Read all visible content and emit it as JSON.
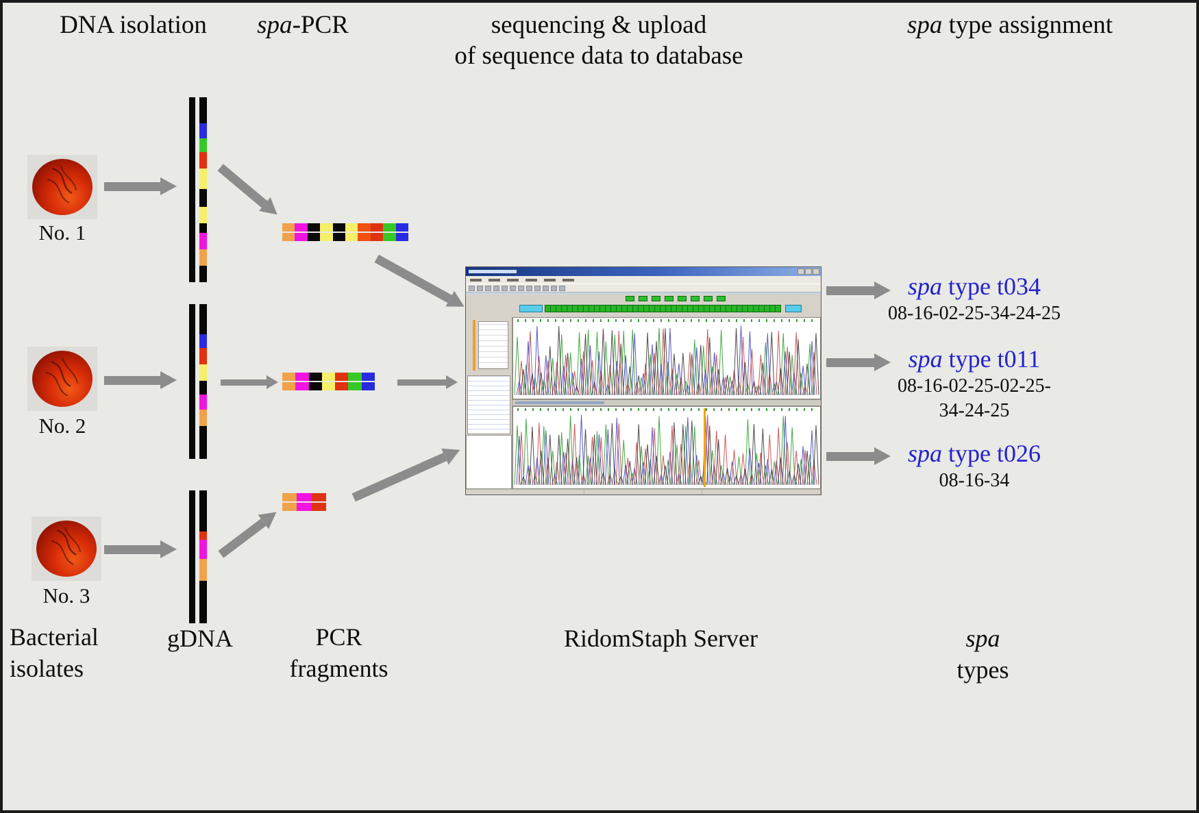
{
  "header": {
    "dna_isolation": "DNA isolation",
    "spa_pcr": {
      "italic": "spa",
      "rest": "-PCR"
    },
    "sequencing": {
      "line1": "sequencing & upload",
      "line2": "of sequence data to database"
    },
    "assignment": {
      "italic": "spa",
      "rest": " type assignment"
    }
  },
  "isolates": [
    {
      "label": "No. 1"
    },
    {
      "label": "No. 2"
    },
    {
      "label": "No. 3"
    }
  ],
  "gdna_bars": [
    {
      "segments": [
        [
          "#070707",
          38
        ],
        [
          "#2a2ae0",
          22
        ],
        [
          "#36c926",
          20
        ],
        [
          "#e03210",
          24
        ],
        [
          "#f5ef6a",
          30
        ],
        [
          "#070707",
          26
        ],
        [
          "#f5ef6a",
          24
        ],
        [
          "#070707",
          14
        ],
        [
          "#f014e0",
          24
        ],
        [
          "#f0a24a",
          24
        ],
        [
          "#070707",
          24
        ]
      ]
    },
    {
      "segments": [
        [
          "#070707",
          44
        ],
        [
          "#2a2ae0",
          20
        ],
        [
          "#e03210",
          24
        ],
        [
          "#f5ef6a",
          24
        ],
        [
          "#070707",
          20
        ],
        [
          "#f014e0",
          22
        ],
        [
          "#f0a24a",
          24
        ],
        [
          "#070707",
          48
        ]
      ]
    },
    {
      "segments": [
        [
          "#070707",
          60
        ],
        [
          "#e03210",
          12
        ],
        [
          "#f014e0",
          28
        ],
        [
          "#f0a24a",
          32
        ],
        [
          "#070707",
          62
        ]
      ]
    }
  ],
  "fragments": [
    {
      "cells": [
        "#f0a24a",
        "#f014e0",
        "#0a0a0a",
        "#f5ef6a",
        "#0a0a0a",
        "#f5ef6a",
        "#f05010",
        "#e03210",
        "#36c926",
        "#2a2ae0"
      ]
    },
    {
      "cells": [
        "#f0a24a",
        "#f014e0",
        "#0a0a0a",
        "#f5ef6a",
        "#e03210",
        "#36c926",
        "#2a2ae0"
      ]
    },
    {
      "cells": [
        "#f0a24a",
        "#f014e0",
        "#e03210"
      ]
    }
  ],
  "results": [
    {
      "spa": "spa",
      "rest": " type t034",
      "profile_lines": [
        "08-16-02-25-34-24-25"
      ]
    },
    {
      "spa": "spa",
      "rest": " type t011",
      "profile_lines": [
        "08-16-02-25-02-25-",
        "34-24-25"
      ]
    },
    {
      "spa": "spa",
      "rest": " type t026",
      "profile_lines": [
        "08-16-34"
      ]
    }
  ],
  "footer": {
    "bacterial": {
      "line1": "Bacterial",
      "line2": "isolates"
    },
    "gdna": "gDNA",
    "pcr": {
      "line1": "PCR",
      "line2": "fragments"
    },
    "server": "RidomStaph Server",
    "spa_types": {
      "italic": "spa",
      "rest": " types"
    }
  },
  "colors": {
    "page_bg": "#e9e9e6",
    "arrow": "#8c8c8c",
    "result_blue": "#2323cc",
    "text": "#0d0d0d",
    "dish_red": "#c4270a",
    "fragment_orange": "#f0a24a",
    "fragment_magenta": "#f014e0",
    "fragment_yellow": "#f5ef6a",
    "fragment_red": "#e03210",
    "fragment_green": "#36c926",
    "fragment_blue": "#2a2ae0"
  }
}
